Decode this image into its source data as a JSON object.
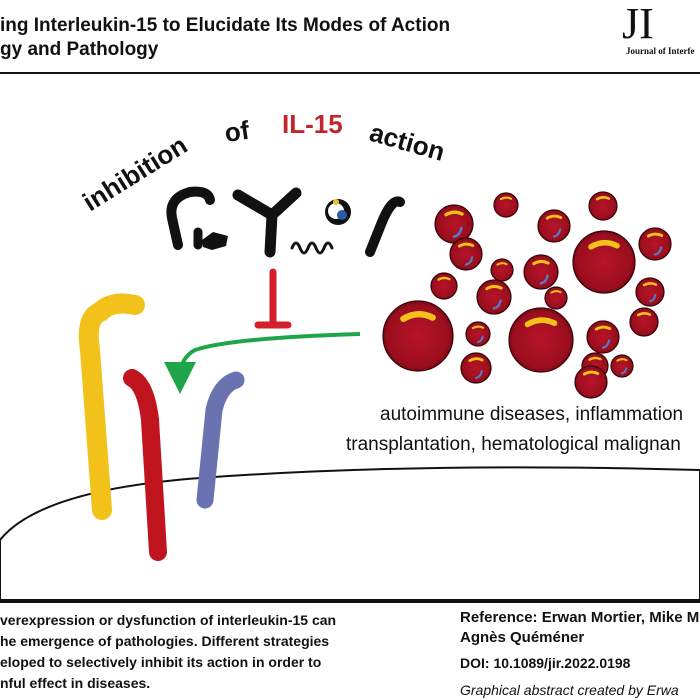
{
  "header": {
    "title_line1": "ing Interleukin-15 to Elucidate Its Modes of Action",
    "title_line2": "gy and Pathology",
    "logo_mark": "JI",
    "logo_sub": "Journal of Interfe"
  },
  "figure": {
    "heading_word1": "inhibition",
    "heading_word2": "of",
    "heading_word3": "IL-15",
    "heading_word4": "action",
    "disease_line1": "autoimmune diseases, inflammation",
    "disease_line2": "transplantation, hematological malignan",
    "colors": {
      "il15_red": "#c0262c",
      "receptor_yellow": "#f2c21a",
      "receptor_red": "#c0141e",
      "receptor_blue": "#6a72b0",
      "arrow_green": "#1ea54a",
      "cell_red": "#a01020"
    }
  },
  "footer": {
    "summary_line1": "verexpression or dysfunction of interleukin-15 can",
    "summary_line2": "he emergence of pathologies. Different strategies",
    "summary_line3": "eloped to selectively inhibit its action in order to",
    "summary_line4": "nful effect in diseases.",
    "reference_line1": "Reference: Erwan Mortier, Mike M",
    "reference_line2": "Agnès Quéméner",
    "doi": "DOI: 10.1089/jir.2022.0198",
    "credit": "Graphical abstract created by Erwa"
  }
}
